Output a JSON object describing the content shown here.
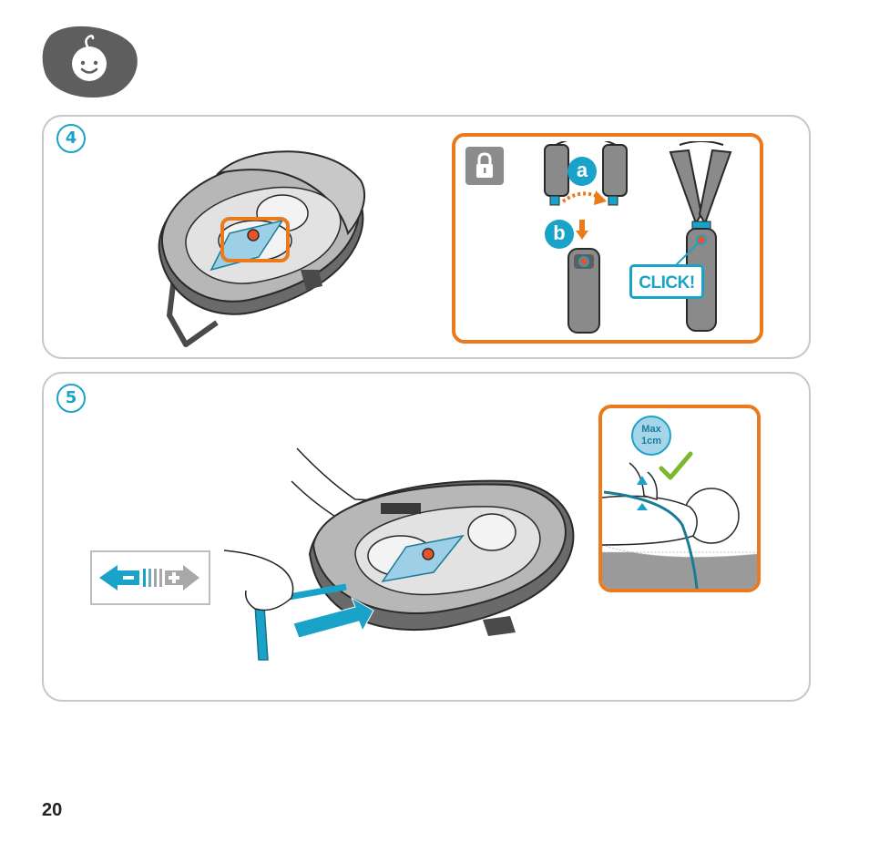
{
  "header": {
    "icon": "baby-face-icon"
  },
  "steps": [
    {
      "number": "4"
    },
    {
      "number": "5"
    }
  ],
  "step4": {
    "lock_icon": "lock-icon",
    "label_a": "a",
    "label_b": "b",
    "click_label": "CLICK!"
  },
  "step5": {
    "max_label_line1": "Max",
    "max_label_line2": "1cm",
    "check_icon": "checkmark-icon",
    "tighten_icon": "minus-plus-tighten-icon"
  },
  "colors": {
    "accent_blue": "#1aa3c8",
    "accent_orange": "#ea7a1b",
    "panel_border": "#c7c7c7",
    "seat_dark": "#5b5b5b",
    "check_green": "#7cb82f"
  },
  "footer": {
    "page_number": "20"
  }
}
